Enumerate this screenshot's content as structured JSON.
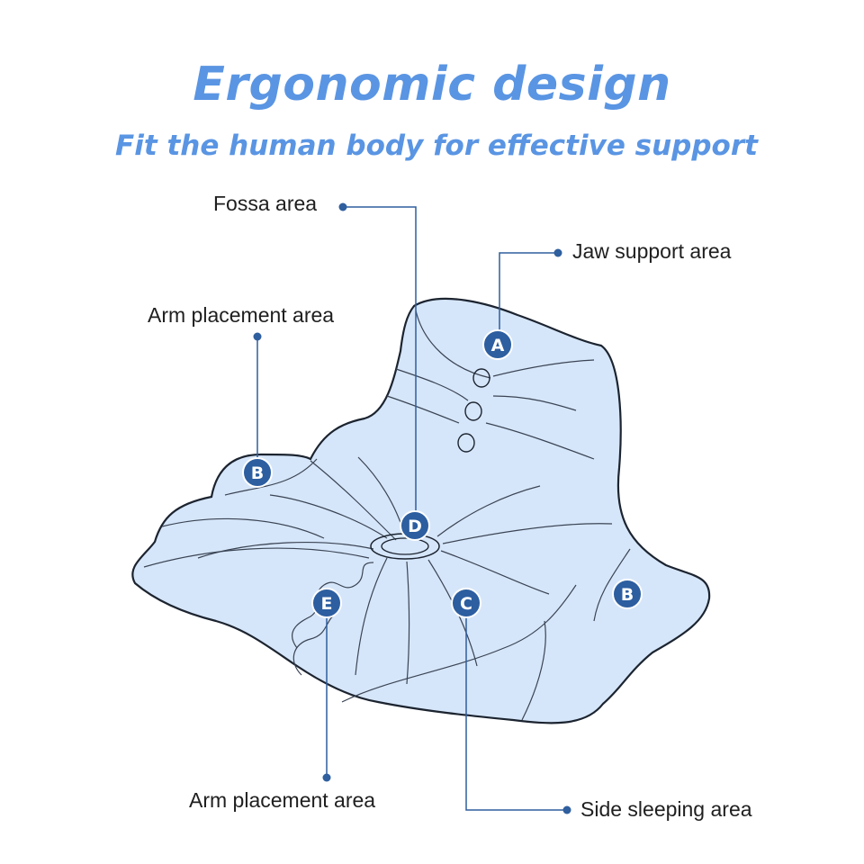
{
  "header": {
    "title": "Ergonomic design",
    "subtitle": "Fit the human body for effective support"
  },
  "callouts": {
    "fossa": {
      "label": "Fossa area",
      "letter": "D"
    },
    "jaw": {
      "label": "Jaw support area",
      "letter": "A"
    },
    "arm_top": {
      "label": "Arm placement area",
      "letter": "B"
    },
    "arm_bottom": {
      "label": "Arm placement area",
      "letter": "E"
    },
    "side_sleeping": {
      "label": "Side sleeping area",
      "letter": "C"
    },
    "right_wing": {
      "letter": "B"
    }
  },
  "colors": {
    "title": "#5a95e3",
    "pillow_fill": "#d6e6fa",
    "outline": "#1c2430",
    "badge": "#2c5ea0",
    "leader": "#2f5f9e"
  }
}
